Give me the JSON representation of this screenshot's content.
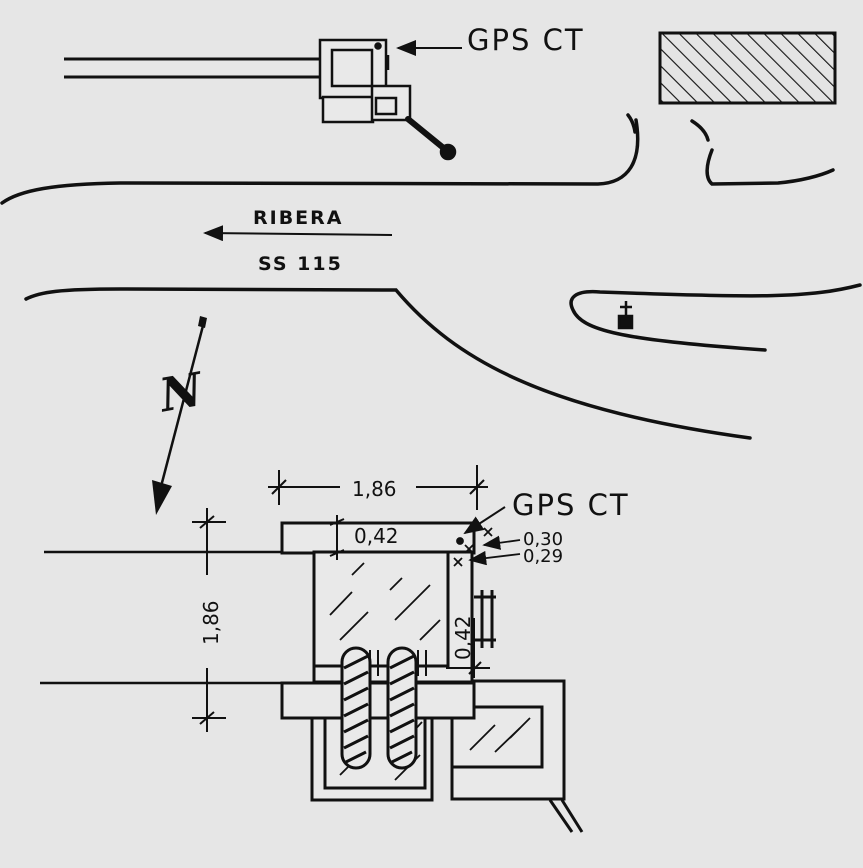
{
  "labels": {
    "gps_top": "GPS CT",
    "gps_detail": "GPS CT",
    "road_direction": "RIBERA",
    "road_number": "SS 115",
    "north": "N"
  },
  "dimensions": {
    "width_top": "1,86",
    "height_left": "1,86",
    "inner_top": "0,42",
    "inner_right": "0,42",
    "offset_a": "0,30",
    "offset_b": "0,29"
  },
  "colors": {
    "background": "#e6e6e6",
    "ink": "#111111",
    "fill_light": "#e9e9e9"
  }
}
